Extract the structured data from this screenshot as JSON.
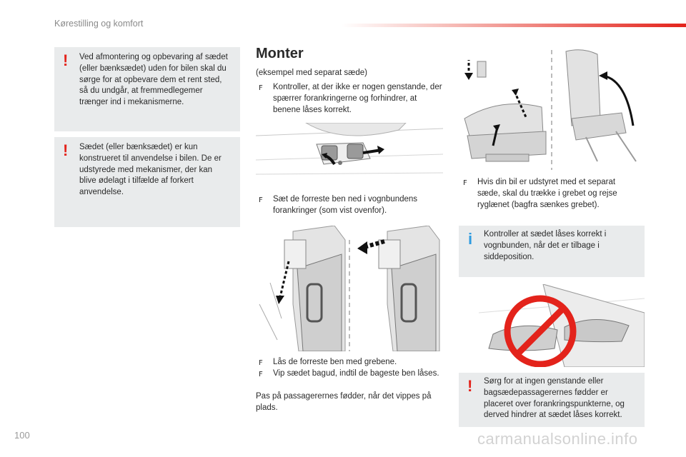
{
  "header": {
    "title": "Kørestilling og komfort"
  },
  "warnings": {
    "w1": "Ved afmontering og opbevaring af sædet (eller bænksædet) uden for bilen skal du sørge for at opbevare dem et rent sted, så du undgår, at fremmedlegemer trænger ind i mekanismerne.",
    "w2": "Sædet (eller bænksædet) er kun konstrueret til anvendelse i bilen. De er udstyrede med mekanismer, der kan blive ødelagt i tilfælde af forkert anvendelse.",
    "w3": "Sørg for at ingen genstande eller bagsædepassagerernes fødder er placeret over forankringspunkterne, og derved hindrer at sædet låses korrekt."
  },
  "info": {
    "i1": "Kontroller at sædet låses korrekt i vognbunden, når det er tilbage i siddeposition."
  },
  "icons": {
    "warning": "!",
    "info": "i",
    "bullet": "F",
    "warning_color": "#e3231b",
    "info_color": "#2e9be0"
  },
  "section": {
    "title": "Monter",
    "subtitle": "(eksempel med separat sæde)",
    "step1": "Kontroller, at der ikke er nogen genstande, der spærrer forankringerne og forhindrer, at benene låses korrekt.",
    "step2": "Sæt de forreste ben ned i vognbundens forankringer (som vist ovenfor).",
    "step3": "Lås de forreste ben med grebene.",
    "step4": "Vip sædet bagud, indtil de bageste ben låses.",
    "note": "Pas på passagerernes fødder, når det vippes på plads.",
    "step_right": "Hvis din bil er udstyret med et separat sæde, skal du trække i grebet og rejse ryglænet (bagfra sænkes grebet)."
  },
  "footer": {
    "page_number": "100",
    "watermark": "carmanualsonline.info"
  }
}
